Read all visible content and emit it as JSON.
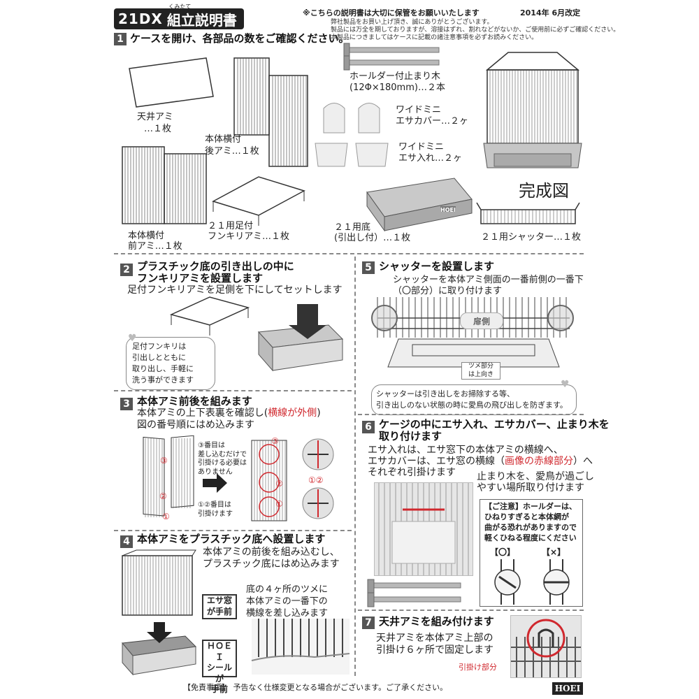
{
  "header": {
    "model": "21DX",
    "title": "組立説明書",
    "ruby": "くみたて",
    "notice": "※こちらの説明書は大切に保管をお願いいたします",
    "date": "2014年 6月改定",
    "disclaimer_lines": [
      "弊社製品をお買い上げ頂き、誠にありがとうございます。",
      "製品には万全を期しておりますが、溶接はずれ、割れなどがないか、ご使用前に必ずご確認ください。",
      "本製品につきましてはケースに記載の諸注意事項を必ずお読みください。"
    ]
  },
  "step1": {
    "num": "1",
    "heading": "ケースを開け、各部品の数をご確認ください。",
    "parts": {
      "roof": [
        "天井アミ",
        "…１枚"
      ],
      "back": [
        "本体横付",
        "後アミ…１枚"
      ],
      "front": [
        "本体横付",
        "前アミ…１枚"
      ],
      "floor_grid": [
        "２１用足付",
        "フンキリアミ…１枚"
      ],
      "perch": [
        "ホールダー付止まり木",
        "(12Φ×180mm)…２本"
      ],
      "feeder_cover": [
        "ワイドミニ",
        "エサカバー…２ヶ"
      ],
      "feeder": [
        "ワイドミニ",
        "エサ入れ…２ヶ"
      ],
      "base": [
        "２１用底",
        "(引出し付）…１枚"
      ],
      "shutter": "２１用シャッター…１枚"
    },
    "complete": "完成図",
    "tray_label": "HOEI"
  },
  "step2": {
    "num": "2",
    "heading": [
      "プラスチック底の引き出しの中に",
      "フンキリアミを設置します"
    ],
    "body": "足付フンキリアミを足側を下にしてセットします",
    "bubble": [
      "足付フンキリは",
      "引出しとともに",
      "取り出し、手軽に",
      "洗う事ができます"
    ]
  },
  "step3": {
    "num": "3",
    "heading": "本体アミ前後を組みます",
    "body1_pre": "本体アミの上下表裏を確認し(",
    "body1_red": "横線が外側",
    "body1_post": ")",
    "body2": "図の番号順にはめ込みます",
    "note3": [
      "③番目は",
      "差し込むだけで",
      "引掛ける必要は",
      "ありません"
    ],
    "note12": [
      "①②番目は",
      "引掛けます"
    ],
    "marks": [
      "③",
      "②",
      "①",
      "①②"
    ]
  },
  "step4": {
    "num": "4",
    "heading": "本体アミをプラスチック底へ設置します",
    "body": [
      "本体アミの前後を組み込むし、",
      "プラスチック底にはめ込みます"
    ],
    "body2": [
      "底の４ヶ所のツメに",
      "本体アミの一番下の",
      "横線を差し込みます"
    ],
    "label1": [
      "エサ窓",
      "が手前"
    ],
    "label2": [
      "ＨＯＥＩ",
      "シールが",
      "手前"
    ]
  },
  "step5": {
    "num": "5",
    "heading": "シャッターを設置します",
    "body": [
      "シャッターを本体アミ側面の一番前側の一番下",
      "（〇部分）に取り付けます"
    ],
    "door_label": "扉側",
    "claw_label": [
      "ツメ部分",
      "は上向き"
    ],
    "bubble": [
      "シャッターは引き出しをお掃除する等、",
      "引き出しのない状態の時に愛鳥の飛び出しを防ぎます。"
    ]
  },
  "step6": {
    "num": "6",
    "heading": [
      "ケージの中にエサ入れ、エサカバー、止まり木を",
      "取り付けます"
    ],
    "body1": "エサ入れは、エサ窓下の本体アミの横線へ、",
    "body2_pre": "エサカバーは、エサ窓の横線（",
    "body2_red": "画像の赤線部分",
    "body2_post": "）へ",
    "body3": "それぞれ引掛けます",
    "body4": [
      "止まり木を、愛鳥が過ごし",
      "やすい場所取り付けます"
    ],
    "caution": [
      "【ご注意】ホールダーは、",
      "ひねりすぎると本体網が",
      "曲がる恐れがありますので",
      "軽くひねる程度にください"
    ],
    "ok": "【〇】",
    "ng": "【×】"
  },
  "step7": {
    "num": "7",
    "heading": "天井アミを組み付けます",
    "body": [
      "天井アミを本体アミ上部の",
      "引掛け６ヶ所で固定します"
    ],
    "hook_label": "引掛け部分"
  },
  "footer": {
    "text": "【免責事項】　予告なく仕様変更となる場合がございます。ご了承ください。",
    "logo": "HOEI"
  },
  "colors": {
    "accent_red": "#d0282e",
    "dark": "#222222",
    "gray": "#555555"
  }
}
